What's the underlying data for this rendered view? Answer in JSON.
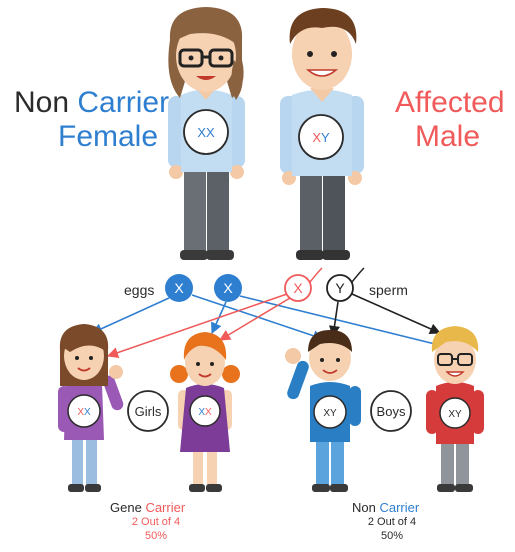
{
  "colors": {
    "blue": "#2f7fd1",
    "red": "#f05a5a",
    "dark": "#2b2b2b",
    "shirt": "#b8d6ef"
  },
  "labels": {
    "non": "Non",
    "carrier": "Carrier",
    "female": "Female",
    "affected": "Affected",
    "male": "Male",
    "eggs": "eggs",
    "sperm": "sperm",
    "girls": "Girls",
    "boys": "Boys",
    "gene": "Gene",
    "girls_ratio": "2 Out of 4",
    "girls_pct": "50%",
    "boys_ratio": "2 Out of 4",
    "boys_pct": "50%"
  },
  "gametes": {
    "egg1": "X",
    "egg2": "X",
    "sperm_x": "X",
    "sperm_y": "Y"
  },
  "genotypes": {
    "mother": "XX",
    "father_x": "X",
    "father_y": "Y",
    "girl1_a": "X",
    "girl1_b": "X",
    "girl2_a": "X",
    "girl2_b": "X",
    "boy1": "XY",
    "boy2": "XY"
  }
}
